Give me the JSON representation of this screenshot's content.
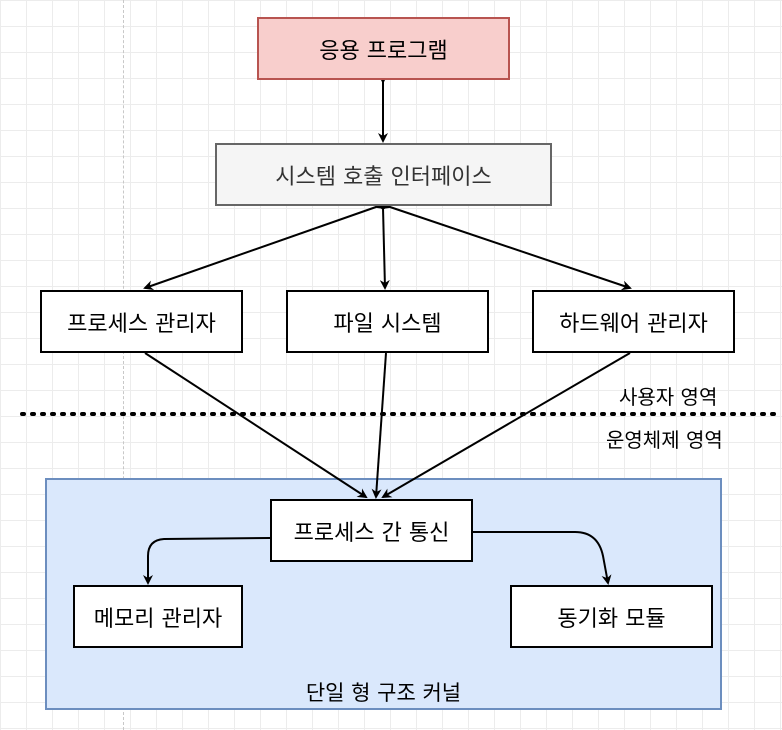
{
  "diagram": {
    "application": "응용 프로그램",
    "syscall_interface": "시스템 호출 인터페이스",
    "process_manager": "프로세스 관리자",
    "file_system": "파일 시스템",
    "hardware_manager": "하드웨어 관리자",
    "ipc": "프로세스 간 통신",
    "memory_manager": "메모리 관리자",
    "sync_module": "동기화 모듈",
    "user_space": "사용자 영역",
    "kernel_space": "운영체제 영역",
    "kernel_caption": "단일 형 구조 커널"
  },
  "colors": {
    "application_fill": "#f8cecc",
    "application_stroke": "#b85450",
    "syscall_fill": "#f5f5f5",
    "syscall_stroke": "#666666",
    "kernel_fill": "#dae8fc",
    "kernel_stroke": "#6c8ebf"
  }
}
